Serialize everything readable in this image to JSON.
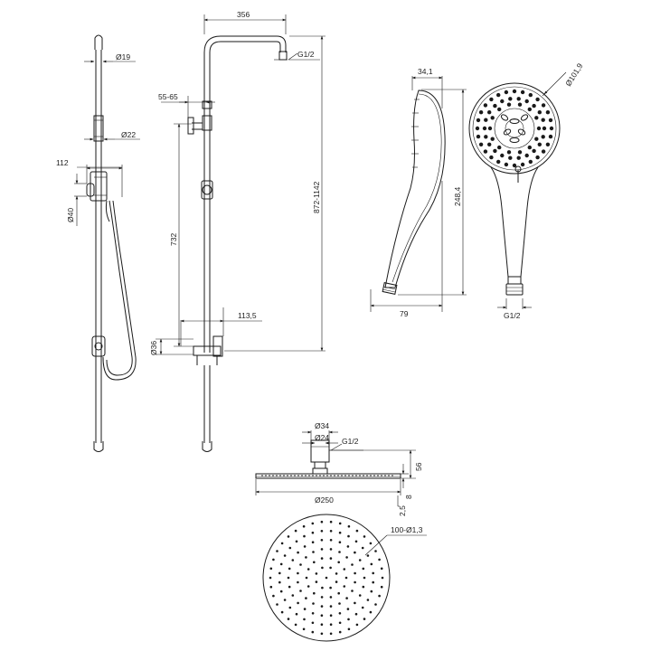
{
  "colors": {
    "line": "#1a1a1a",
    "text": "#222222",
    "background": "#ffffff"
  },
  "labels": {
    "d19": "Ø19",
    "d22": "Ø22",
    "w112": "112",
    "d40": "Ø40",
    "w356": "356",
    "g12_top": "G1/2",
    "w5565": "55-65",
    "h732": "732",
    "h872_1142": "872-1142",
    "w113_5": "113,5",
    "d36": "Ø36",
    "w34_1": "34,1",
    "d101_9": "Ø101,9",
    "h248_4": "248,4",
    "w79": "79",
    "g12_hand": "G1/2",
    "d34": "Ø34",
    "d24": "Ø24",
    "g12_head": "G1/2",
    "h56": "56",
    "d250": "Ø250",
    "h8": "8",
    "h2_5": "2,5",
    "holes": "100-Ø1,3"
  }
}
